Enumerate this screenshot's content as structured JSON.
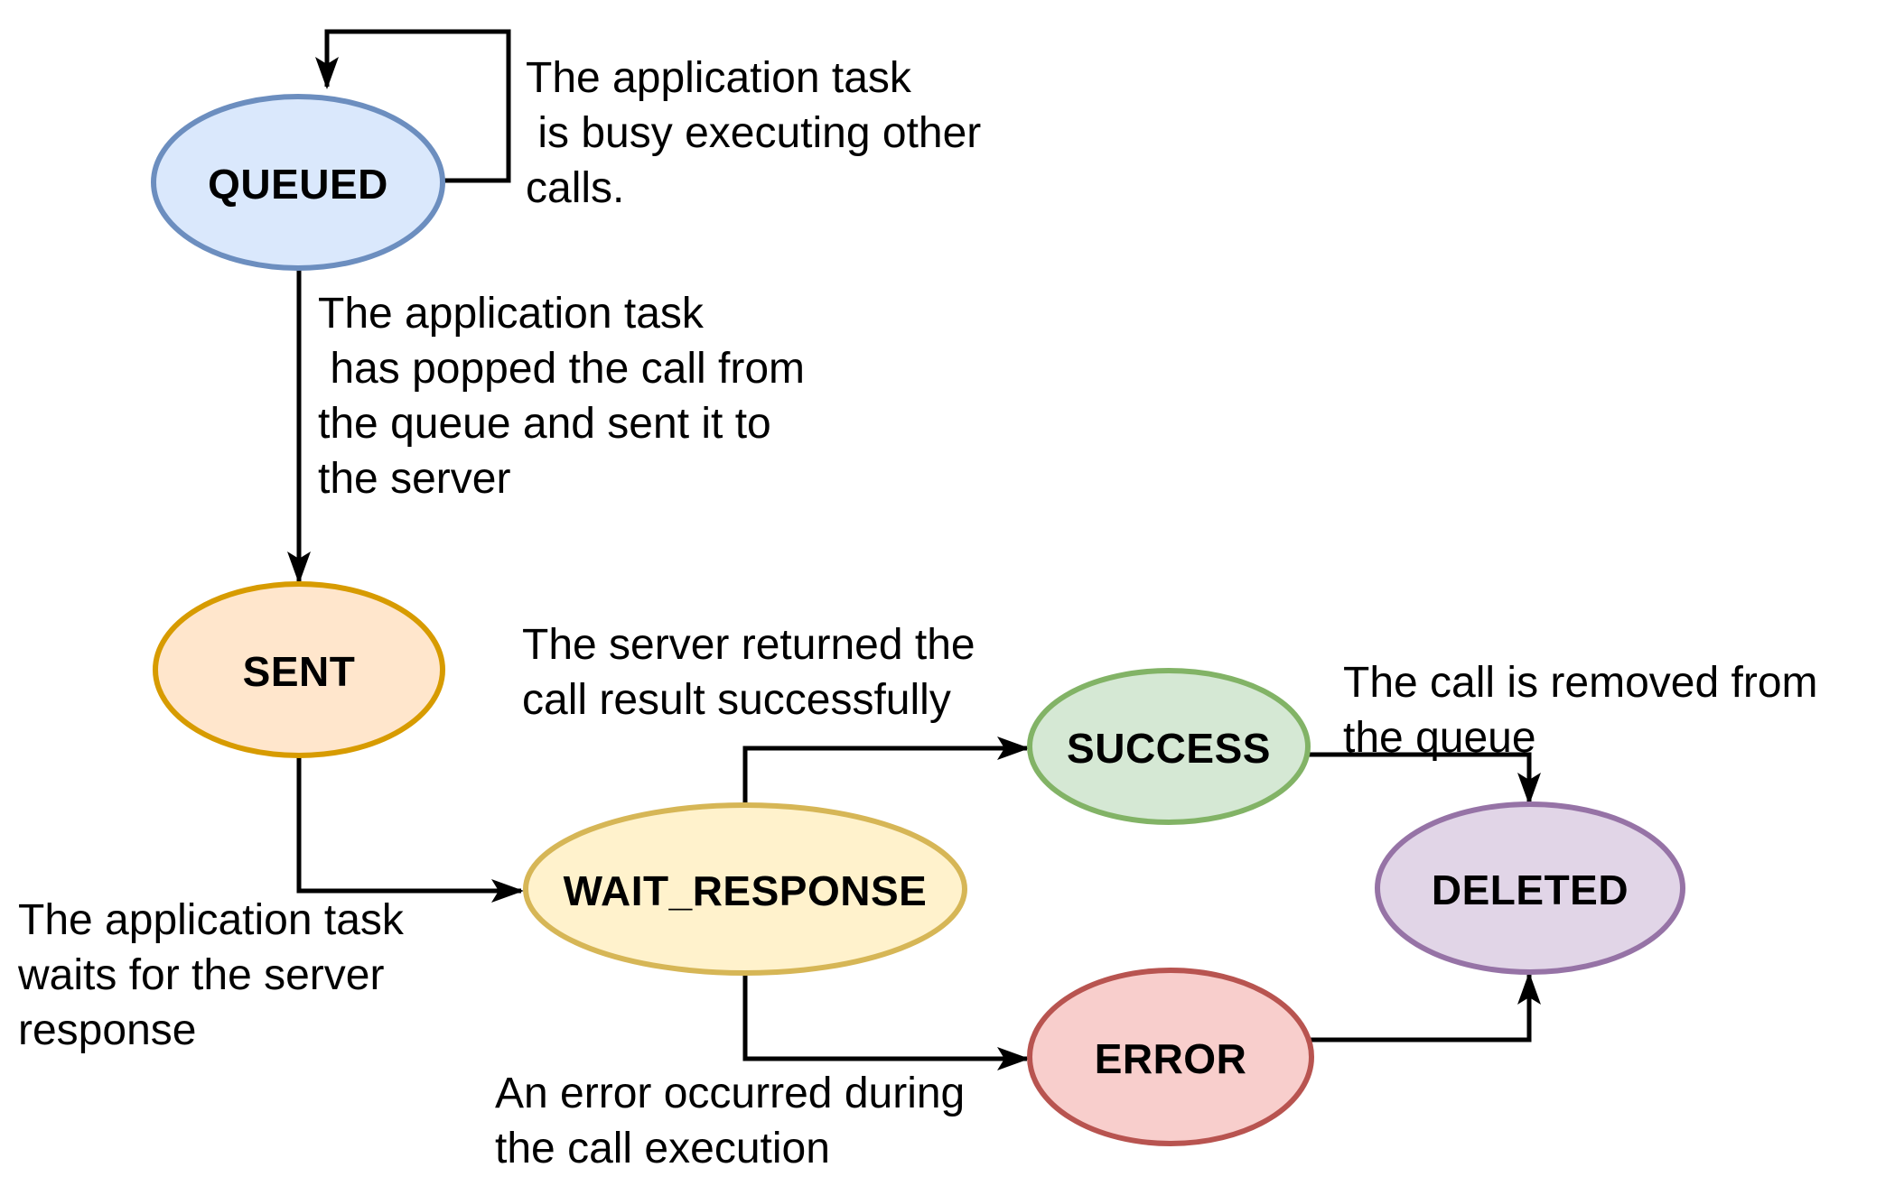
{
  "diagram": {
    "type": "state-diagram",
    "background_color": "#ffffff",
    "edge_color": "#000000",
    "states": {
      "queued": {
        "label": "QUEUED",
        "fill": "#dae8fc",
        "stroke": "#6c8ebf"
      },
      "sent": {
        "label": "SENT",
        "fill": "#ffe6cc",
        "stroke": "#d79b00"
      },
      "wait_response": {
        "label": "WAIT_RESPONSE",
        "fill": "#fff2cc",
        "stroke": "#d6b656"
      },
      "success": {
        "label": "SUCCESS",
        "fill": "#d5e8d4",
        "stroke": "#82b366"
      },
      "error": {
        "label": "ERROR",
        "fill": "#f8cecc",
        "stroke": "#b85450"
      },
      "deleted": {
        "label": "DELETED",
        "fill": "#e1d5e7",
        "stroke": "#9673a6"
      }
    },
    "transitions": {
      "queued_self": {
        "from": "QUEUED",
        "to": "QUEUED",
        "lines": [
          "The application task",
          " is busy executing other",
          "calls."
        ]
      },
      "queued_to_sent": {
        "from": "QUEUED",
        "to": "SENT",
        "lines": [
          "The application task",
          " has popped the call from",
          "the queue and sent it to",
          "the server"
        ]
      },
      "sent_to_wait": {
        "from": "SENT",
        "to": "WAIT_RESPONSE",
        "lines": [
          "The application task",
          "waits for the server",
          "response"
        ]
      },
      "wait_to_success": {
        "from": "WAIT_RESPONSE",
        "to": "SUCCESS",
        "lines": [
          "The server returned the",
          "call result successfully"
        ]
      },
      "wait_to_error": {
        "from": "WAIT_RESPONSE",
        "to": "ERROR",
        "lines": [
          "An error occurred during",
          "the call execution"
        ]
      },
      "success_to_deleted": {
        "from": "SUCCESS",
        "to": "DELETED",
        "lines": [
          "The call is removed from",
          "the queue"
        ]
      },
      "error_to_deleted": {
        "from": "ERROR",
        "to": "DELETED",
        "lines": []
      }
    }
  }
}
